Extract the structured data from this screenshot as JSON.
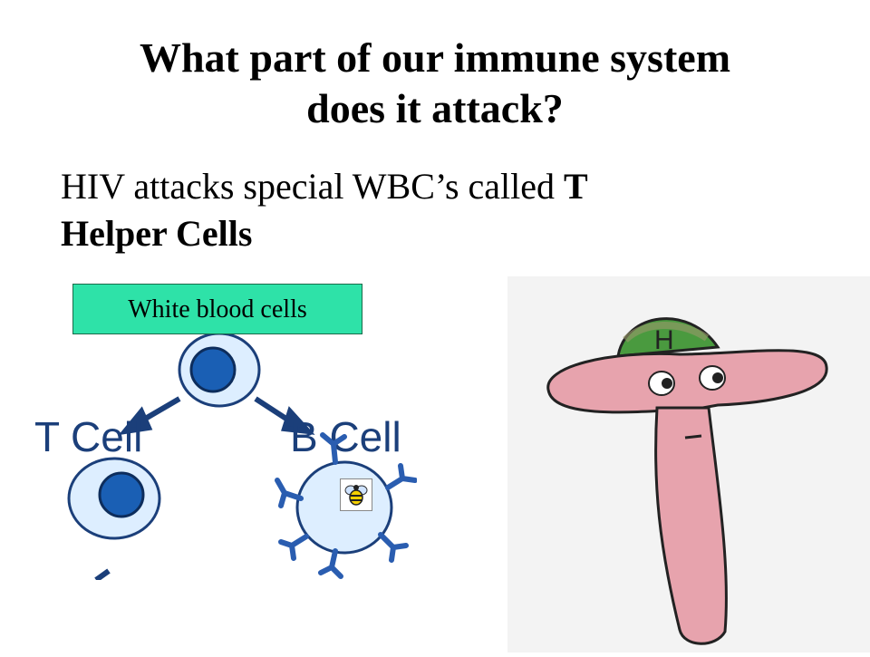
{
  "slide": {
    "title_line1": "What part of our immune system",
    "title_line2": "does it attack?",
    "body_prefix": "HIV attacks special WBC’s called ",
    "body_bold_1": "T",
    "body_bold_2": "Helper Cells",
    "wbc_label": "White blood cells"
  },
  "diagram": {
    "t_cell_label": "T Cell",
    "b_cell_label": "B Cell",
    "cell_fill": "#ddeeff",
    "cell_stroke": "#1b3f7a",
    "nucleus_fill": "#1a5fb4",
    "antibody_color": "#2a5db0"
  },
  "drawing": {
    "t_letter_color": "#e7a3ad",
    "cap_color": "#4a9a3f",
    "cap_letter": "H"
  },
  "icons": {
    "bee": "bee-icon"
  }
}
